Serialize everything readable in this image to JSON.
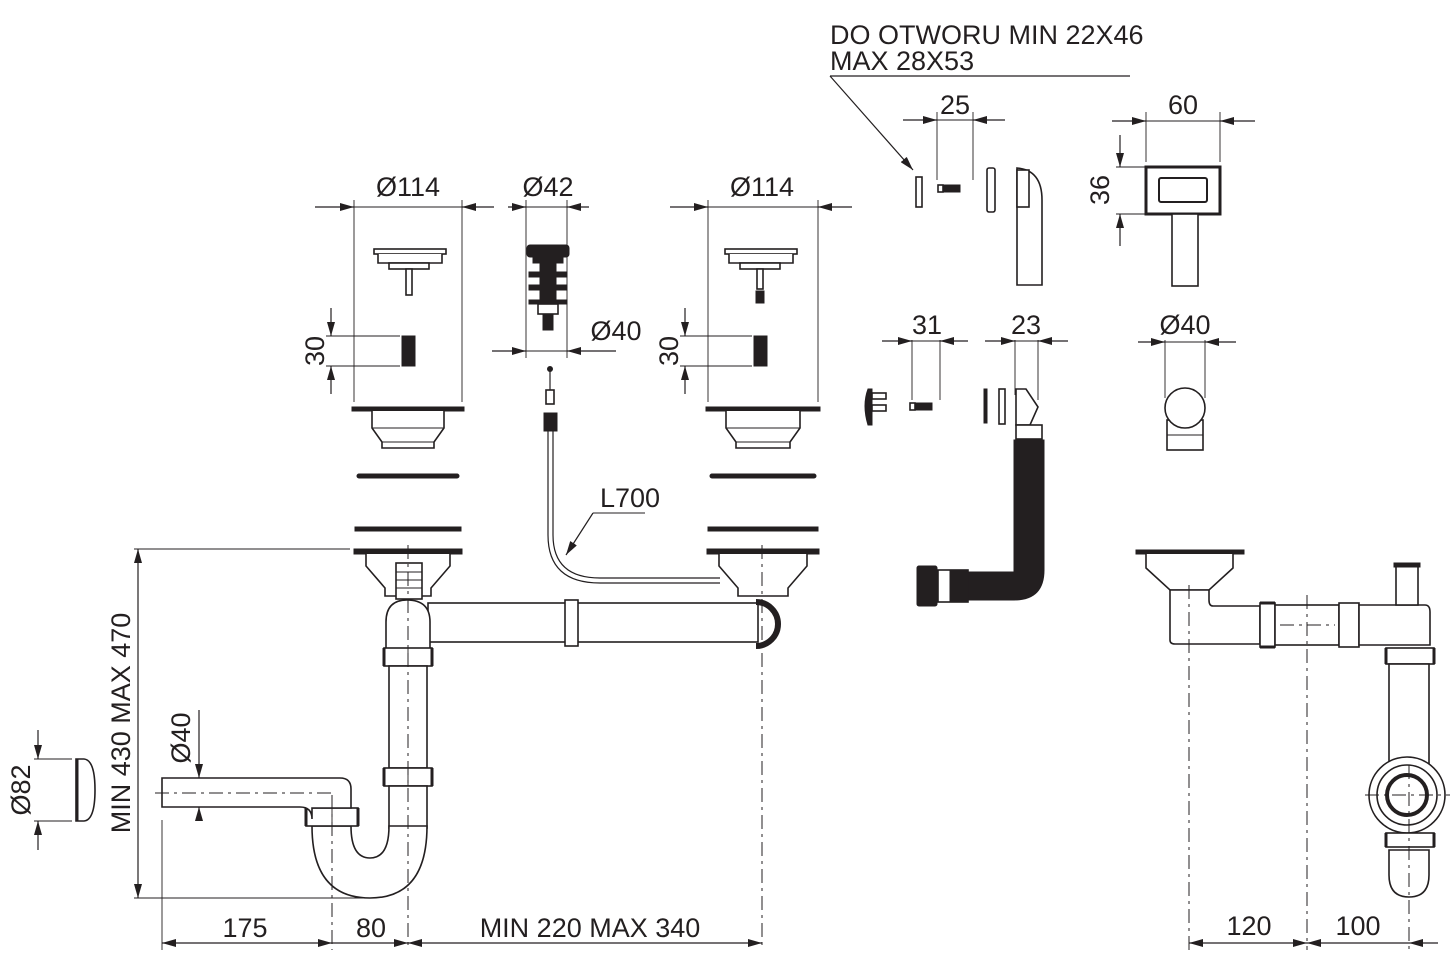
{
  "drawing": {
    "callout_note": {
      "line1": "DO OTWORU MIN 22X46",
      "line2": "MAX 28X53"
    },
    "dimensions": {
      "left_strainer_diameter": "Ø114",
      "pop_up_diameter": "Ø42",
      "right_strainer_diameter": "Ø114",
      "pop_up_thread_diameter": "Ø40",
      "left_screw_length": "30",
      "right_screw_length": "30",
      "overflow_screw_spacing": "25",
      "overflow_cover_width": "60",
      "overflow_cover_height": "36",
      "small_screw_length": "31",
      "overflow_fitting_width": "23",
      "overflow_outlet_diameter": "Ø40",
      "cable_length": "L700",
      "siphon_height": "MIN 430 MAX 470",
      "rosette_diameter": "Ø82",
      "outlet_diameter": "Ø40",
      "outlet_offset": "175",
      "trap_offset": "80",
      "bowl_spacing": "MIN 220 MAX 340",
      "side_offset_1": "120",
      "side_offset_2": "100"
    }
  }
}
